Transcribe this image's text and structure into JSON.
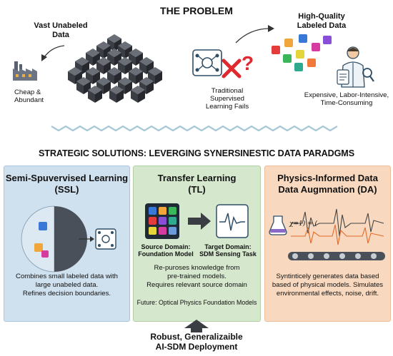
{
  "problem": {
    "title": "THE PROBLEM",
    "unlabeled_line1": "Vast Unabeled",
    "unlabeled_line2": "Data",
    "cheap_line1": "Cheap &",
    "cheap_line2": "Abundant",
    "fails_line1": "Traditional",
    "fails_line2": "Supervised",
    "fails_line3": "Learning Fails",
    "hq_line1": "High-Quality",
    "hq_line2": "Labeled Data",
    "expensive_line1": "Expensive, Labor-Intensive,",
    "expensive_line2": "Time-Consuming",
    "question_mark": "?"
  },
  "solutions": {
    "title": "STRATEGIC SOLUTIONS: LEVERGING SYNERSINESTIC DATA PARADGMS"
  },
  "ssl": {
    "title_line1": "Semi-Spuvervised Learning",
    "title_line2": "(SSL)",
    "body_line1": "Combines small labeled data with",
    "body_line2": "large unabeled data.",
    "body_line3": "Refines decision boundaries."
  },
  "tl": {
    "title_line1": "Transfer Learning",
    "title_line2": "(TL)",
    "source_line1": "Source Domain:",
    "source_line2": "Foundation Model",
    "target_line1": "Target Domain:",
    "target_line2": "SDM Sensing Task",
    "body_line1": "Re-puroses knowledge from",
    "body_line2": "pre-trained models.",
    "body_line3": "Requires relevant source domain",
    "future": "Future: Optical Physics Foundation Models"
  },
  "da": {
    "title_line1": "Physics-Informed Data",
    "title_line2": "Data Augmnation (DA)",
    "equation": "χ=1) = (",
    "body_line1": "Syntinticely generates data based",
    "body_line2": "based of physical models. Simulates",
    "body_line3": "environmental effects, noise, drift."
  },
  "outcome": {
    "line1": "Robust, Generalizaible",
    "line2": "AI-SDM Deployment"
  },
  "colors": {
    "ssl_panel": "#cfe0ee",
    "tl_panel": "#d5e8cd",
    "da_panel": "#f8d9bf",
    "cube_dark": "#3d4046",
    "wave": "#a9c8d8",
    "cross_red": "#e0282e"
  }
}
